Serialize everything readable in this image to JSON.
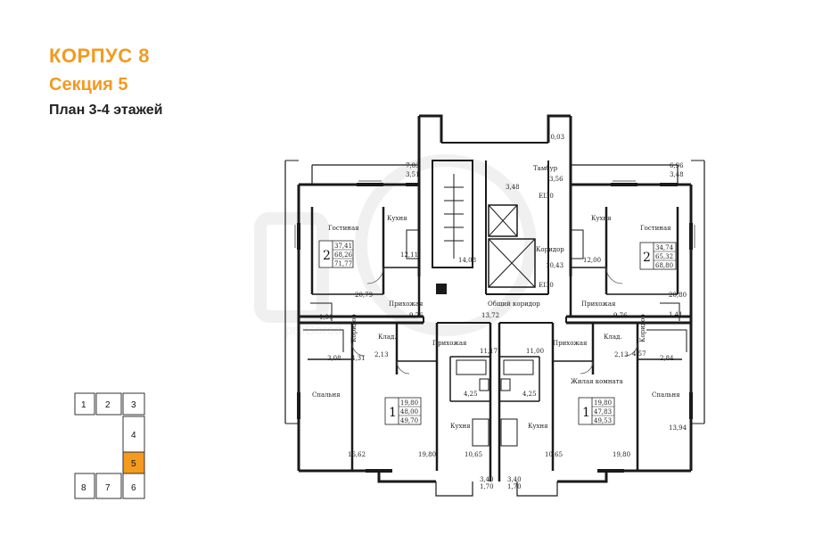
{
  "header": {
    "building": "КОРПУС 8",
    "section": "Секция 5",
    "plan": "План 3-4 этажей"
  },
  "watermark": "proGorod",
  "colors": {
    "accent": "#f39a1f",
    "active_section": "#f39a1f",
    "walls": "#1a1a1a"
  },
  "rooms": {
    "gostinaya_l": "Гостиная",
    "kuhnya_tl": "Кухня",
    "tambur": "Тамбур",
    "kuhnya_tr": "Кухня",
    "gostinaya_r": "Гостиная",
    "koridor_mid": "Коридор",
    "prih_l": "Прихожая",
    "obsh_kor": "Общий коридор",
    "prih_r": "Прихожая",
    "korid_vl": "Коридор",
    "korid_vr": "Коридор",
    "klad_l": "Клад.",
    "prih_bl": "Прихожая",
    "prih_br": "Прихожая",
    "klad_r": "Клад.",
    "spalnya_l": "Спальня",
    "zhil_komn": "Жилая комната",
    "spalnya_r": "Спальня",
    "kuhnya_bl": "Кухня",
    "kuhnya_br": "Кухня",
    "ei_top": "EI30",
    "ei_bot": "EI30"
  },
  "apartments": {
    "a2l": {
      "rooms": "2",
      "living": "37,41",
      "total": "68,26",
      "total_b": "71,77"
    },
    "a2r": {
      "rooms": "2",
      "living": "34,74",
      "total": "65,32",
      "total_b": "68,80"
    },
    "a1l": {
      "rooms": "1",
      "living": "19,80",
      "total": "48,00",
      "total_b": "49,70"
    },
    "a1r": {
      "rooms": "1",
      "living": "19,80",
      "total": "47,83",
      "total_b": "49,53"
    }
  },
  "areas": {
    "a1": "7,03",
    "a2": "3,51",
    "a3": "10,03",
    "a4": "3,56",
    "a5": "3,48",
    "a6": "6,96",
    "a7": "3,48",
    "a8": "12,11",
    "a9": "14,08",
    "a10": "10,43",
    "a11": "12,00",
    "a12": "20,79",
    "a13": "20,80",
    "a14": "1,99",
    "a15": "1,41",
    "a16": "9,76",
    "a17": "13,72",
    "a18": "9,76",
    "a19": "3,08",
    "a20": "4,31",
    "a21": "2,13",
    "a22": "11,17",
    "a23": "11,00",
    "a24": "2,13",
    "a25": "4,57",
    "a26": "2,84",
    "a27": "4,25",
    "a28": "4,25",
    "a29": "16,62",
    "a30": "19,80",
    "a31": "10,65",
    "a32": "10,65",
    "a33": "19,80",
    "a34": "13,94",
    "a35": "3,40",
    "a36": "1,70",
    "a37": "3,40",
    "a38": "1,70"
  },
  "keyplan": {
    "sections": [
      "1",
      "2",
      "3",
      "4",
      "5",
      "6",
      "7",
      "8"
    ],
    "active": "5"
  }
}
